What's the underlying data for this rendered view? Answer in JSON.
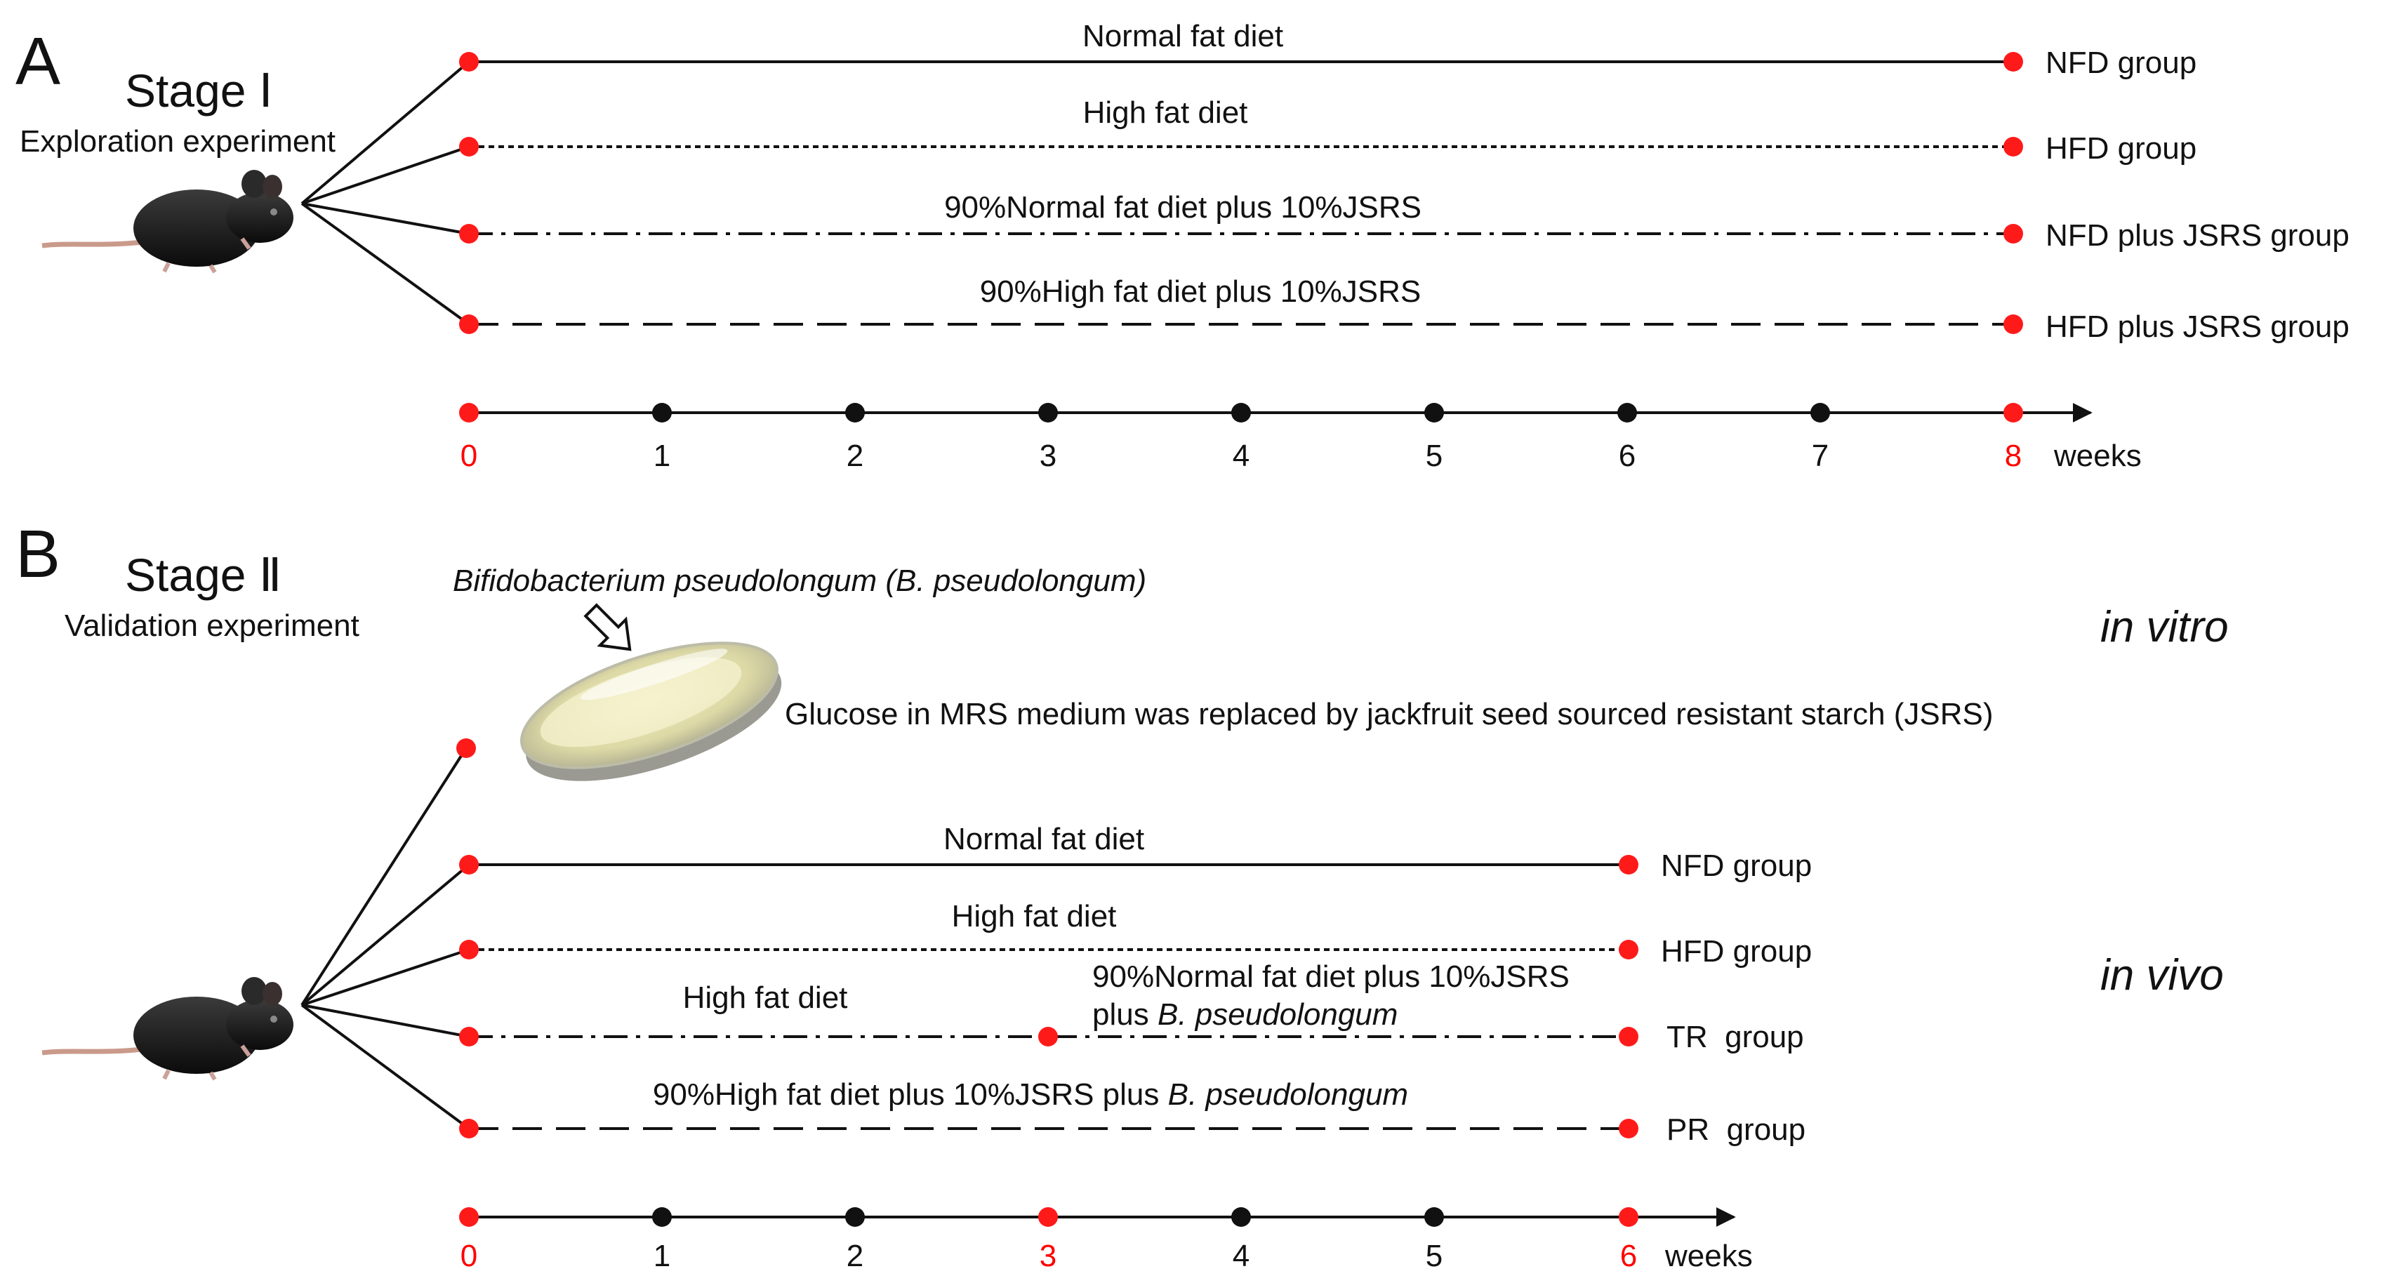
{
  "panel_a": {
    "letter": "A",
    "stage_title": "Stage Ⅰ",
    "stage_subtitle": "Exploration experiment",
    "groups": [
      {
        "diet": "Normal fat diet",
        "group": "NFD group",
        "style": "solid"
      },
      {
        "diet": "High fat diet",
        "group": "HFD group",
        "style": "dotted"
      },
      {
        "diet": "90%Normal fat diet plus 10%JSRS",
        "group": "NFD plus JSRS group",
        "style": "dashdot"
      },
      {
        "diet": "90%High fat diet plus 10%JSRS",
        "group": "HFD plus JSRS group",
        "style": "dashed"
      }
    ],
    "timeline": {
      "ticks": [
        "0",
        "1",
        "2",
        "3",
        "4",
        "5",
        "6",
        "7",
        "8"
      ],
      "highlighted_ticks": [
        "0",
        "8"
      ],
      "unit": "weeks"
    }
  },
  "panel_b": {
    "letter": "B",
    "stage_title": "Stage Ⅱ",
    "stage_subtitle": "Validation experiment",
    "in_vitro": {
      "organism": "Bifidobacterium pseudolongum",
      "organism_abbrev": "(B. pseudolongum)",
      "description": "Glucose in MRS medium was replaced by jackfruit seed sourced resistant starch (JSRS)",
      "label": "in vitro"
    },
    "in_vivo_label": "in vivo",
    "groups": [
      {
        "diet": "Normal fat diet",
        "group": "NFD group",
        "style": "solid"
      },
      {
        "diet": "High fat diet",
        "group": "HFD group",
        "style": "dotted"
      },
      {
        "diet_first": "High fat diet",
        "diet_second_line1": "90%Normal fat diet plus 10%JSRS",
        "diet_second_line2_prefix": "plus ",
        "diet_second_line2_italic": "B. pseudolongum",
        "group": "TR  group",
        "style": "dashdot"
      },
      {
        "diet_prefix": "90%High fat diet plus 10%JSRS plus ",
        "diet_italic": "B. pseudolongum",
        "group": "PR  group",
        "style": "dashed"
      }
    ],
    "timeline": {
      "ticks": [
        "0",
        "1",
        "2",
        "3",
        "4",
        "5",
        "6"
      ],
      "highlighted_ticks": [
        "0",
        "3",
        "6"
      ],
      "unit": "weeks"
    }
  },
  "colors": {
    "marker_red": "#ff1a1a",
    "line_black": "#111111"
  }
}
